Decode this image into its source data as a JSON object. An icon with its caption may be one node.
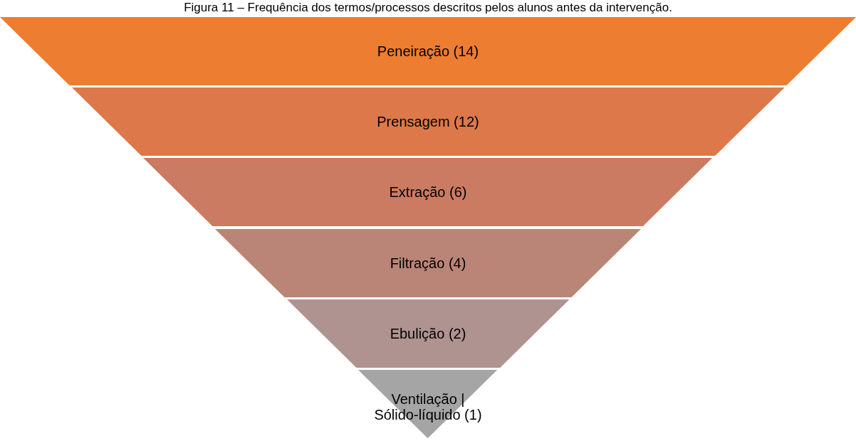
{
  "diagram": {
    "title": "Figura 11 – Frequência dos termos/processos descritos pelos alunos antes da intervenção.",
    "nodes": [
      {
        "text": [
          "Peneiração (14)"
        ]
      },
      {
        "text": [
          "Prensagem (12)"
        ]
      },
      {
        "text": [
          "Extração (6)"
        ]
      },
      {
        "text": [
          "Filtração (4)"
        ]
      },
      {
        "text": [
          "Ebulição (2)"
        ]
      },
      {
        "text": [
          "Ventilação | Sólido-líquido (1)"
        ]
      }
    ]
  }
}
